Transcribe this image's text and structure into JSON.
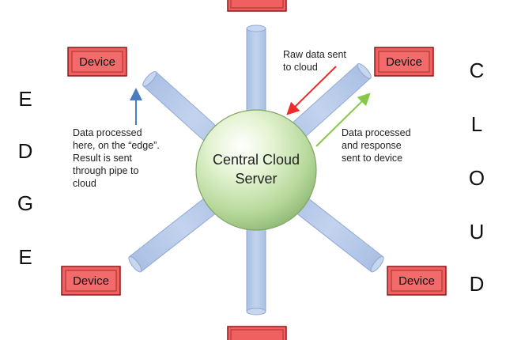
{
  "hub": {
    "line1": "Central Cloud",
    "line2": "Server"
  },
  "devices": {
    "label": "Device"
  },
  "notes": {
    "raw": [
      "Raw data sent",
      "to cloud"
    ],
    "response": [
      "Data processed",
      "and response",
      "sent to device"
    ],
    "edge": [
      "Data processed",
      "here, on the “edge”.",
      "Result is sent",
      "through pipe to",
      "cloud"
    ]
  },
  "side_labels": {
    "left": [
      "E",
      "D",
      "G",
      "E"
    ],
    "right": [
      "C",
      "L",
      "O",
      "U",
      "D"
    ]
  },
  "colors": {
    "pipe_fill": "#b4c7e7",
    "pipe_stroke": "#8fa9d4",
    "device_fill": "#f06060",
    "device_stroke": "#8b1a1a",
    "arrow_red": "#ee2b2b",
    "arrow_green": "#86c94a",
    "arrow_blue": "#4a7cc0"
  }
}
